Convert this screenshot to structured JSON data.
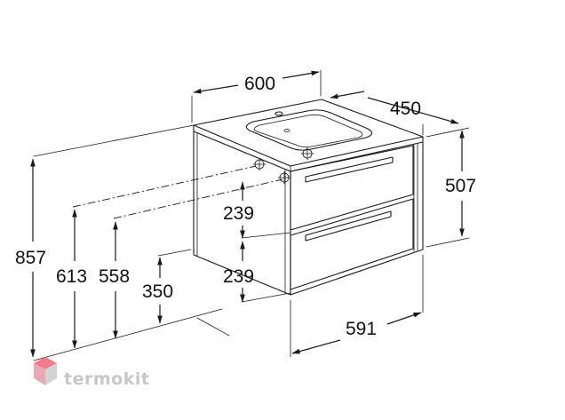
{
  "dimensions": {
    "width": "600",
    "depth": "450",
    "cabinet_height": "507",
    "drawer_upper": "239",
    "drawer_lower": "239",
    "front_width": "591",
    "total_height": "857",
    "height_613": "613",
    "height_558": "558",
    "height_350": "350"
  },
  "brand": {
    "name": "termokit",
    "colors": {
      "top": "#f47b8a",
      "left": "#e9a9b4",
      "right": "#d3d3d3"
    }
  }
}
